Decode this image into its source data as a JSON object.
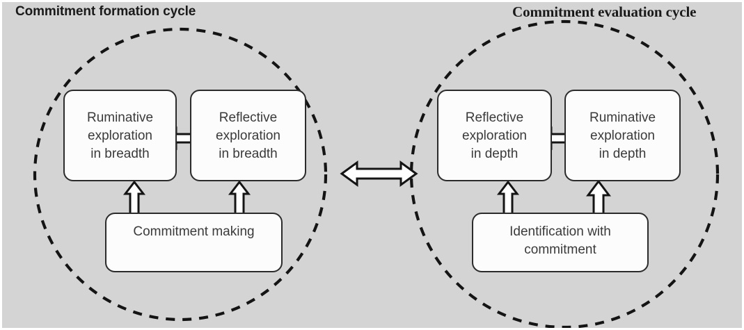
{
  "figure": {
    "background_color": "#d4d4d4",
    "box_fill": "#fcfcfc",
    "box_stroke": "#2b2b2b",
    "arrow_fill": "#ffffff",
    "arrow_stroke": "#1a1a1a",
    "circle_stroke": "#1a1a1a",
    "text_color": "#3a3a3a"
  },
  "titles": {
    "left": "Commitment formation cycle",
    "right": "Commitment evaluation cycle"
  },
  "cycles": [
    {
      "id": "formation",
      "label": "Commitment formation cycle",
      "nodes": [
        {
          "id": "ruminative-breadth",
          "text": "Ruminative\nexploration\nin breadth"
        },
        {
          "id": "reflective-breadth",
          "text": "Reflective\nexploration\nin breadth"
        },
        {
          "id": "commitment-making",
          "text": "Commitment making"
        }
      ]
    },
    {
      "id": "evaluation",
      "label": "Commitment evaluation cycle",
      "nodes": [
        {
          "id": "reflective-depth",
          "text": "Reflective\nexploration\nin depth"
        },
        {
          "id": "ruminative-depth",
          "text": "Ruminative\nexploration\nin depth"
        },
        {
          "id": "identification-with-commitment",
          "text": "Identification with\ncommitment"
        }
      ]
    }
  ],
  "nodes": {
    "ruminative_breadth_l1": "Ruminative",
    "ruminative_breadth_l2": "exploration",
    "ruminative_breadth_l3": "in breadth",
    "reflective_breadth_l1": "Reflective",
    "reflective_breadth_l2": "exploration",
    "reflective_breadth_l3": "in breadth",
    "commitment_making": "Commitment making",
    "reflective_depth_l1": "Reflective",
    "reflective_depth_l2": "exploration",
    "reflective_depth_l3": "in depth",
    "ruminative_depth_l1": "Ruminative",
    "ruminative_depth_l2": "exploration",
    "ruminative_depth_l3": "in depth",
    "identification_l1": "Identification with",
    "identification_l2": "commitment"
  },
  "arrows": [
    {
      "id": "breadth-horizontal",
      "from": "ruminative-breadth",
      "to": "reflective-breadth",
      "direction": "bidirectional",
      "orientation": "horizontal"
    },
    {
      "id": "ruminative-breadth-to-commitment",
      "from": "ruminative-breadth",
      "to": "commitment-making",
      "direction": "bidirectional",
      "orientation": "vertical"
    },
    {
      "id": "reflective-breadth-to-commitment",
      "from": "reflective-breadth",
      "to": "commitment-making",
      "direction": "bidirectional",
      "orientation": "vertical"
    },
    {
      "id": "cycle-link",
      "from": "formation",
      "to": "evaluation",
      "direction": "bidirectional",
      "orientation": "horizontal"
    },
    {
      "id": "depth-horizontal",
      "from": "reflective-depth",
      "to": "ruminative-depth",
      "direction": "bidirectional",
      "orientation": "horizontal"
    },
    {
      "id": "reflective-depth-to-identification",
      "from": "reflective-depth",
      "to": "identification-with-commitment",
      "direction": "bidirectional",
      "orientation": "vertical"
    },
    {
      "id": "identification-to-ruminative-depth",
      "from": "identification-with-commitment",
      "to": "ruminative-depth",
      "direction": "up",
      "orientation": "vertical"
    }
  ]
}
